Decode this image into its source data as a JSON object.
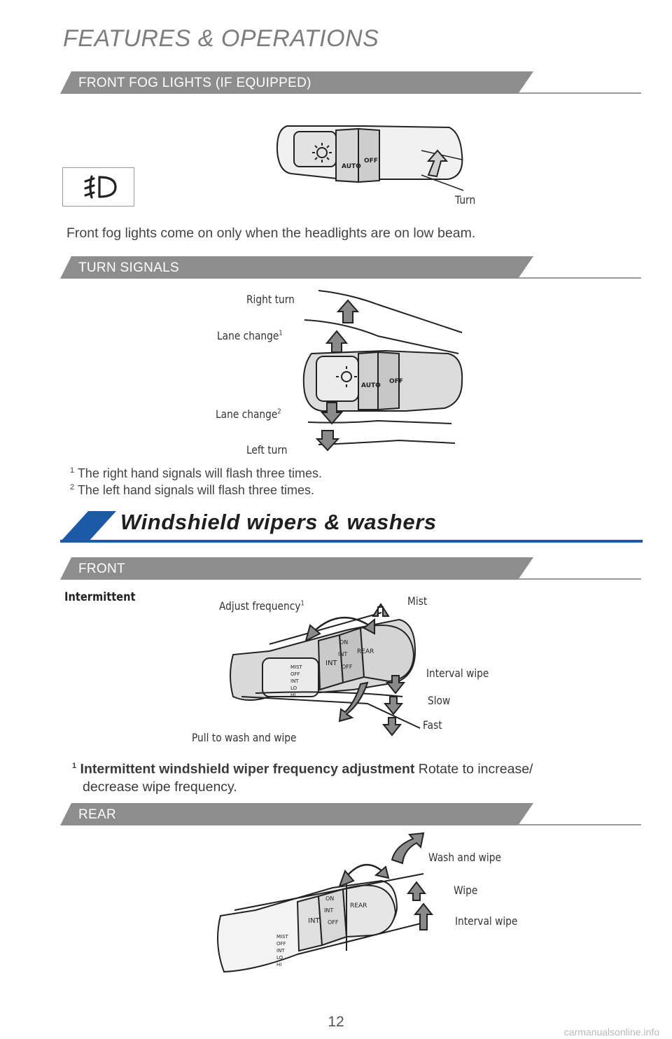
{
  "page": {
    "title": "FEATURES & OPERATIONS",
    "page_number": "12",
    "watermark": "carmanualsonline.info"
  },
  "fog_lights": {
    "heading": "FRONT FOG LIGHTS (IF EQUIPPED)",
    "icon": "front-fog-light-symbol",
    "callout_turn": "Turn",
    "description": "Front fog lights come on only when the headlights are on low beam."
  },
  "turn_signals": {
    "heading": "TURN SIGNALS",
    "callouts": {
      "right_turn": "Right turn",
      "lane_change_1": "Lane change",
      "lane_change_1_sup": "1",
      "lane_change_2": "Lane change",
      "lane_change_2_sup": "2",
      "left_turn": "Left turn"
    },
    "footnote_1_sup": "1",
    "footnote_1": "The right hand signals will flash three times.",
    "footnote_2_sup": "2",
    "footnote_2": "The left hand signals will flash three times."
  },
  "wipers": {
    "section_title": "Windshield wipers & washers",
    "front_heading": "FRONT",
    "intermittent_label": "Intermittent",
    "callouts": {
      "adjust_frequency": "Adjust frequency",
      "adjust_frequency_sup": "1",
      "mist": "Mist",
      "interval_wipe": "Interval wipe",
      "slow": "Slow",
      "fast": "Fast",
      "pull_wash": "Pull to wash and wipe"
    },
    "footnote_sup": "1",
    "footnote_bold": "Intermittent windshield wiper frequency adjustment",
    "footnote_text": "Rotate to increase/",
    "footnote_text_2": "decrease wipe frequency.",
    "rear_heading": "REAR",
    "rear_callouts": {
      "wash_and_wipe": "Wash and wipe",
      "wipe": "Wipe",
      "interval_wipe": "Interval wipe"
    }
  }
}
